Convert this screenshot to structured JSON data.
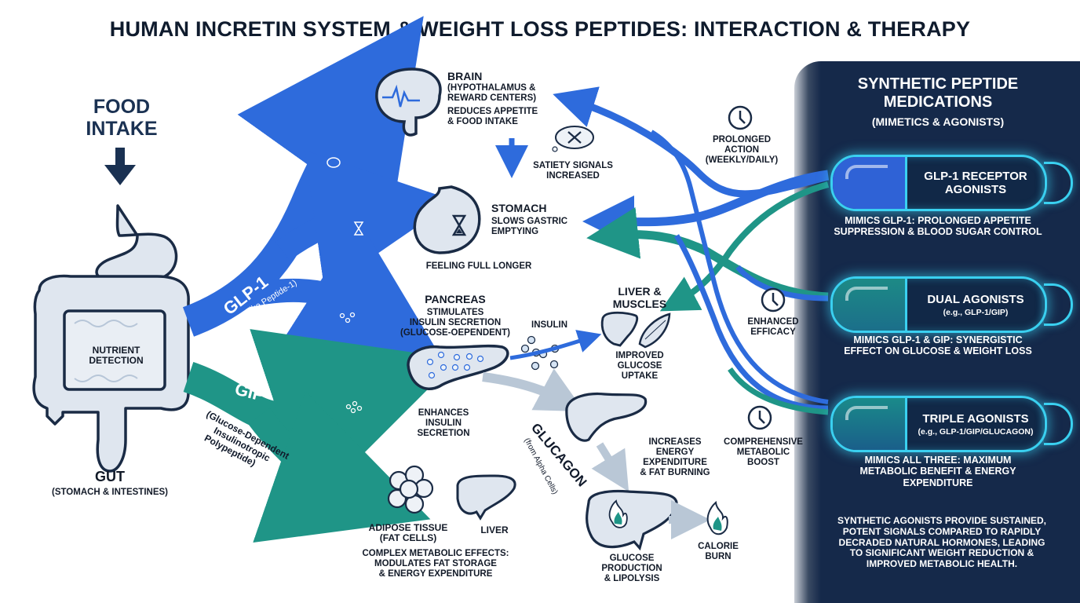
{
  "title": "HUMAN INCRETIN SYSTEM & WEIGHT LOSS PEPTIDES: INTERACTION & THERAPY",
  "colors": {
    "glp1_blue": "#2e6bdc",
    "gip_teal": "#1f9587",
    "panel_navy": "#15294a",
    "glow_cyan": "#3ad0f0",
    "outline_dark": "#1a2b45",
    "organ_fill": "#dfe6ef",
    "secondary_arrow": "#b9c7d6"
  },
  "food_intake": {
    "label_line1": "FOOD",
    "label_line2": "INTAKE",
    "icon": "down-arrow-icon"
  },
  "gut": {
    "title": "GUT",
    "subtitle": "(STOMACH & INTESTINES)",
    "inner_label_line1": "NUTRIENT",
    "inner_label_line2": "DETECTION",
    "icon": "digestive-tract-icon"
  },
  "hormones": {
    "glp1": {
      "name": "GLP-1",
      "full_name": "(Glucagon-Like Peptide-1)"
    },
    "gip": {
      "name": "GIP",
      "full_name_line1": "(Glucose-Dependent",
      "full_name_line2": "Insulinotropic",
      "full_name_line3": "Polypeptide)"
    }
  },
  "brain": {
    "title": "BRAIN",
    "subtitle_line1": "(HYPOTHALAMUS &",
    "subtitle_line2": "REWARD CENTERS)",
    "effect_line1": "REDUCES APPETITE",
    "effect_line2": "& FOOD INTAKE",
    "satiety_line1": "SATIETY SIGNALS",
    "satiety_line2": "INCREASED"
  },
  "stomach": {
    "title": "STOMACH",
    "effect_line1": "SLOWS GASTRIC",
    "effect_line2": "EMPTYING",
    "result": "FEELING FULL LONGER"
  },
  "pancreas": {
    "title": "PANCREAS",
    "effect_line1": "STIMULATES",
    "effect_line2": "INSULIN SECRETION",
    "effect_line3": "(GLUCOSE-OEPENDENT)",
    "gip_effect_line1": "ENHANCES",
    "gip_effect_line2": "INSULIN",
    "gip_effect_line3": "SECRETION",
    "insulin_label": "INSULIN"
  },
  "liver_muscles": {
    "title_line1": "LIVER &",
    "title_line2": "MUSCLES",
    "effect_line1": "IMPROVED",
    "effect_line2": "GLUCOSE",
    "effect_line3": "UPTAKE"
  },
  "glucagon": {
    "name": "GLUCAGON",
    "source": "(from Alpha Cells)",
    "effect_line1": "INCREASES",
    "effect_line2": "ENERGY",
    "effect_line3": "EXPENDITURE",
    "effect_line4": "& FAT BURNING",
    "liver_line1": "GLUCOSE",
    "liver_line2": "PRODUCTION",
    "liver_line3": "& LIPOLYSIS",
    "burn_line1": "CALORIE",
    "burn_line2": "BURN"
  },
  "adipose": {
    "title_line1": "ADIPOSE TISSUE",
    "title_line2": "(FAT CELLS)",
    "liver_label": "LIVER",
    "effect_line1": "COMPLEX METABOLIC EFFECTS:",
    "effect_line2": "MODULATES FAT STORAGE",
    "effect_line3": "& ENERGY EXPENDITURE"
  },
  "callouts": {
    "prolonged_line1": "PROLONGED",
    "prolonged_line2": "ACTION",
    "prolonged_line3": "(WEEKLY/DAILY)",
    "enhanced_line1": "ENHANCED",
    "enhanced_line2": "EFFICACY",
    "comprehensive_line1": "COMPREHENSIVE",
    "comprehensive_line2": "METABOLIC",
    "comprehensive_line3": "BOOST"
  },
  "panel": {
    "title_line1": "SYNTHETIC PEPTIDE",
    "title_line2": "MEDICATIONS",
    "subtitle": "(MIMETICS & AGONISTS)",
    "medications": [
      {
        "name_line1": "GLP-1 RECEPTOR",
        "name_line2": "AGONISTS",
        "desc_line1": "MIMICS GLP-1: PROLONGED APPETITE",
        "desc_line2": "SUPPRESSION & BLOOD SUGAR CONTROL",
        "cap_color": "#2f62d6"
      },
      {
        "name_line1": "DUAL AGONISTS",
        "example": "(e.g., GLP-1/GIP)",
        "desc_line1": "MIMICS GLP-1 & GIP: SYNERGISTIC",
        "desc_line2": "EFFECT ON GLUCOSE & WEIGHT LOSS",
        "cap_color": "#1d8a86"
      },
      {
        "name_line1": "TRIPLE AGONISTS",
        "example": "(e.g., GLP-1/GIP/GLUCAGON)",
        "desc_line1": "MIMICS ALL THREE: MAXIMUM",
        "desc_line2": "METABOLIC BENEFIT & ENERGY",
        "desc_line3": "EXPENDITURE",
        "cap_color": "#1a7f8a"
      }
    ],
    "summary_line1": "SYNTHETIC AGONISTS PROVIDE SUSTAINED,",
    "summary_line2": "POTENT SIGNALS COMPARED TO RAPIDLY",
    "summary_line3": "DECRADED NATURAL HORMONES, LEADING",
    "summary_line4": "TO SIGNIFICANT WEIGHT REDUCTION &",
    "summary_line5": "IMPROVED METABOLIC HEALTH."
  }
}
